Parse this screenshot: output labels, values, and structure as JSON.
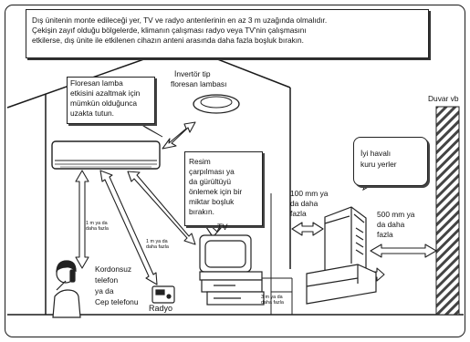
{
  "header_note": {
    "line1": "Dış ünitenin monte edileceği yer, TV ve radyo antenlerinin en az 3 m uzağında olmalıdır.",
    "line2": "Çekişin zayıf olduğu bölgelerde, klimanın çalışması radyo veya TV'nin çalışmasını",
    "line3": "etkilerse, dış ünite ile etkilenen cihazın anteni arasında daha fazla boşluk bırakın."
  },
  "labels": {
    "inverter_lamp": {
      "line1": "İnvertör tip",
      "line2": "floresan lambası"
    },
    "fluorescent_note": {
      "line1": "Floresan lamba",
      "line2": "etkisini azaltmak için",
      "line3": "mümkün olduğunca",
      "line4": "uzakta tutun."
    },
    "interference_note": {
      "line1": "Resim",
      "line2": "çarpılması ya",
      "line3": "da gürültüyü",
      "line4": "önlemek için bir",
      "line5": "miktar boşluk",
      "line6": "bırakın."
    },
    "ventilated": {
      "line1": "İyi havalı",
      "line2": "kuru yerler"
    },
    "wall": "Duvar vb",
    "gap_100": {
      "line1": "100 mm ya",
      "line2": "da daha",
      "line3": "fazla"
    },
    "gap_500": {
      "line1": "500 mm ya",
      "line2": "da daha",
      "line3": "fazla"
    },
    "tv": "TV",
    "radio": "Radyo",
    "phone": {
      "line1": "Kordonsuz",
      "line2": "telefon",
      "line3": "ya da",
      "line4": "Cep telefonu"
    },
    "dist_phone": {
      "line1": "1 m ya da",
      "line2": "daha fazla"
    },
    "dist_radio": {
      "line1": "1 m ya da",
      "line2": "daha fazla"
    },
    "dist_tv": {
      "line1": "3 m ya da",
      "line2": "daha fazla"
    }
  }
}
